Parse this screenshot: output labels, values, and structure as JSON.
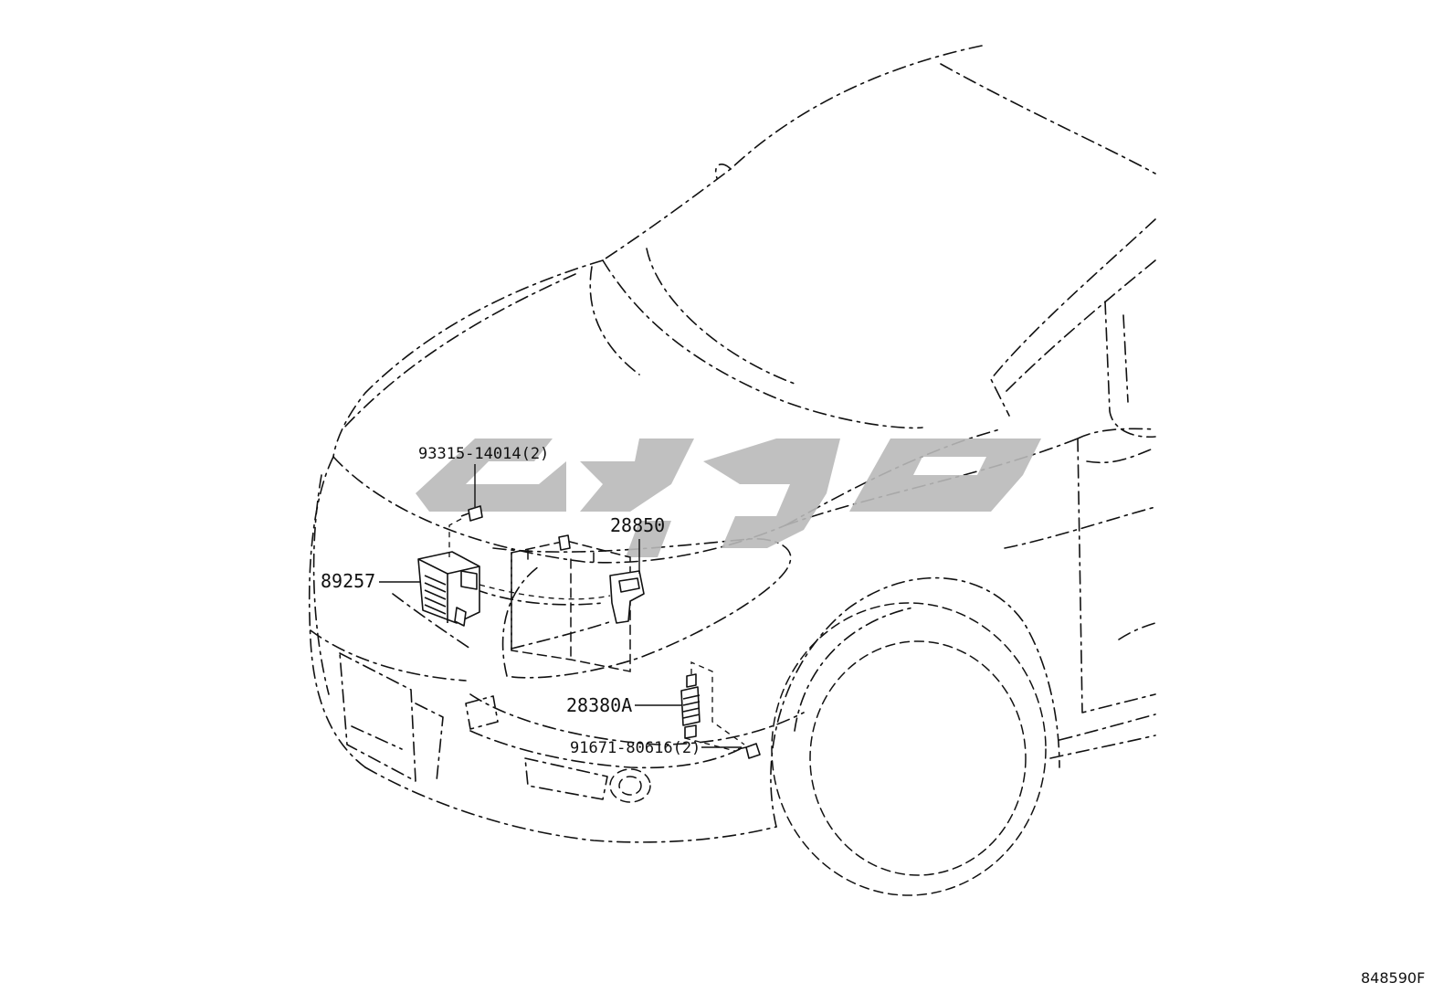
{
  "diagram": {
    "callouts": [
      {
        "id": "c1",
        "text": "93315-14014(2)"
      },
      {
        "id": "c2",
        "text": "28850"
      },
      {
        "id": "c3",
        "text": "89257"
      },
      {
        "id": "c4",
        "text": "28380A"
      },
      {
        "id": "c5",
        "text": "91671-80616(2)"
      }
    ],
    "reference_code": "848590F"
  }
}
